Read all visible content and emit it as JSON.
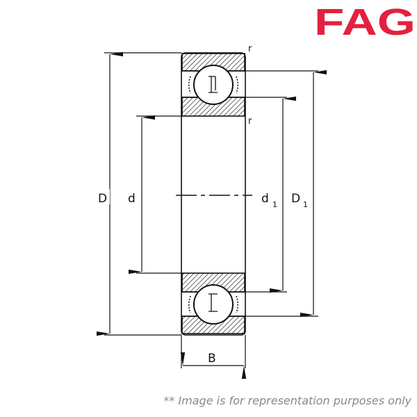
{
  "brand": {
    "name": "FAG",
    "color": "#e3203f"
  },
  "diagram": {
    "type": "deep groove ball bearing cross-section",
    "labels": {
      "outer_diameter": "D",
      "bore_diameter": "d",
      "inner_ring_shoulder": "d",
      "inner_ring_shoulder_sub": "1",
      "outer_ring_shoulder": "D",
      "outer_ring_shoulder_sub": "1",
      "width": "B",
      "radius_top": "r",
      "radius_inner": "r"
    },
    "line_color": "#111111"
  },
  "disclaimer": "** Image is for representation purposes only"
}
